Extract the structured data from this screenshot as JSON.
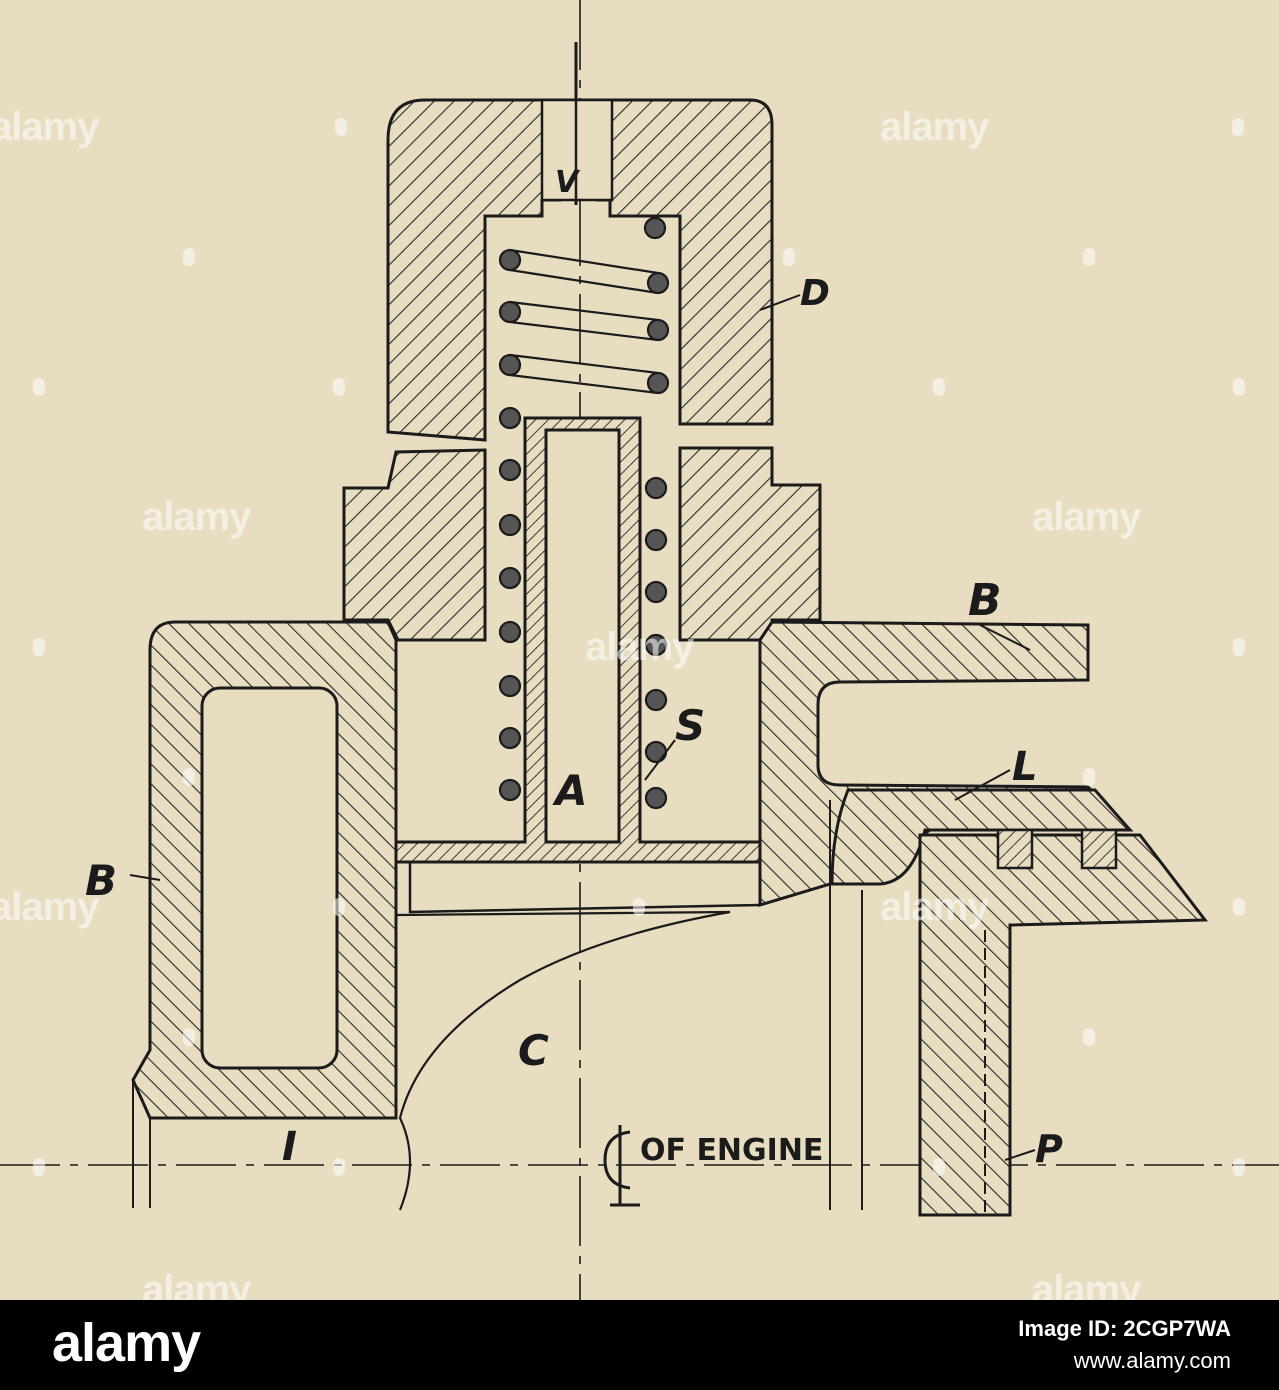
{
  "diagram": {
    "labels": {
      "v": "V",
      "d": "D",
      "b_top": "B",
      "b_left": "B",
      "s": "S",
      "a": "A",
      "l": "L",
      "c": "C",
      "i": "I",
      "p": "P",
      "centerline": "OF ENGINE"
    }
  },
  "watermark": {
    "text": "alamy"
  },
  "footer": {
    "brand": "alamy",
    "image_id": "Image ID: 2CGP7WA",
    "site": "www.alamy.com"
  },
  "colors": {
    "paper": "#e8dcc1",
    "ink": "#1b1b1b",
    "banner": "#000000"
  }
}
